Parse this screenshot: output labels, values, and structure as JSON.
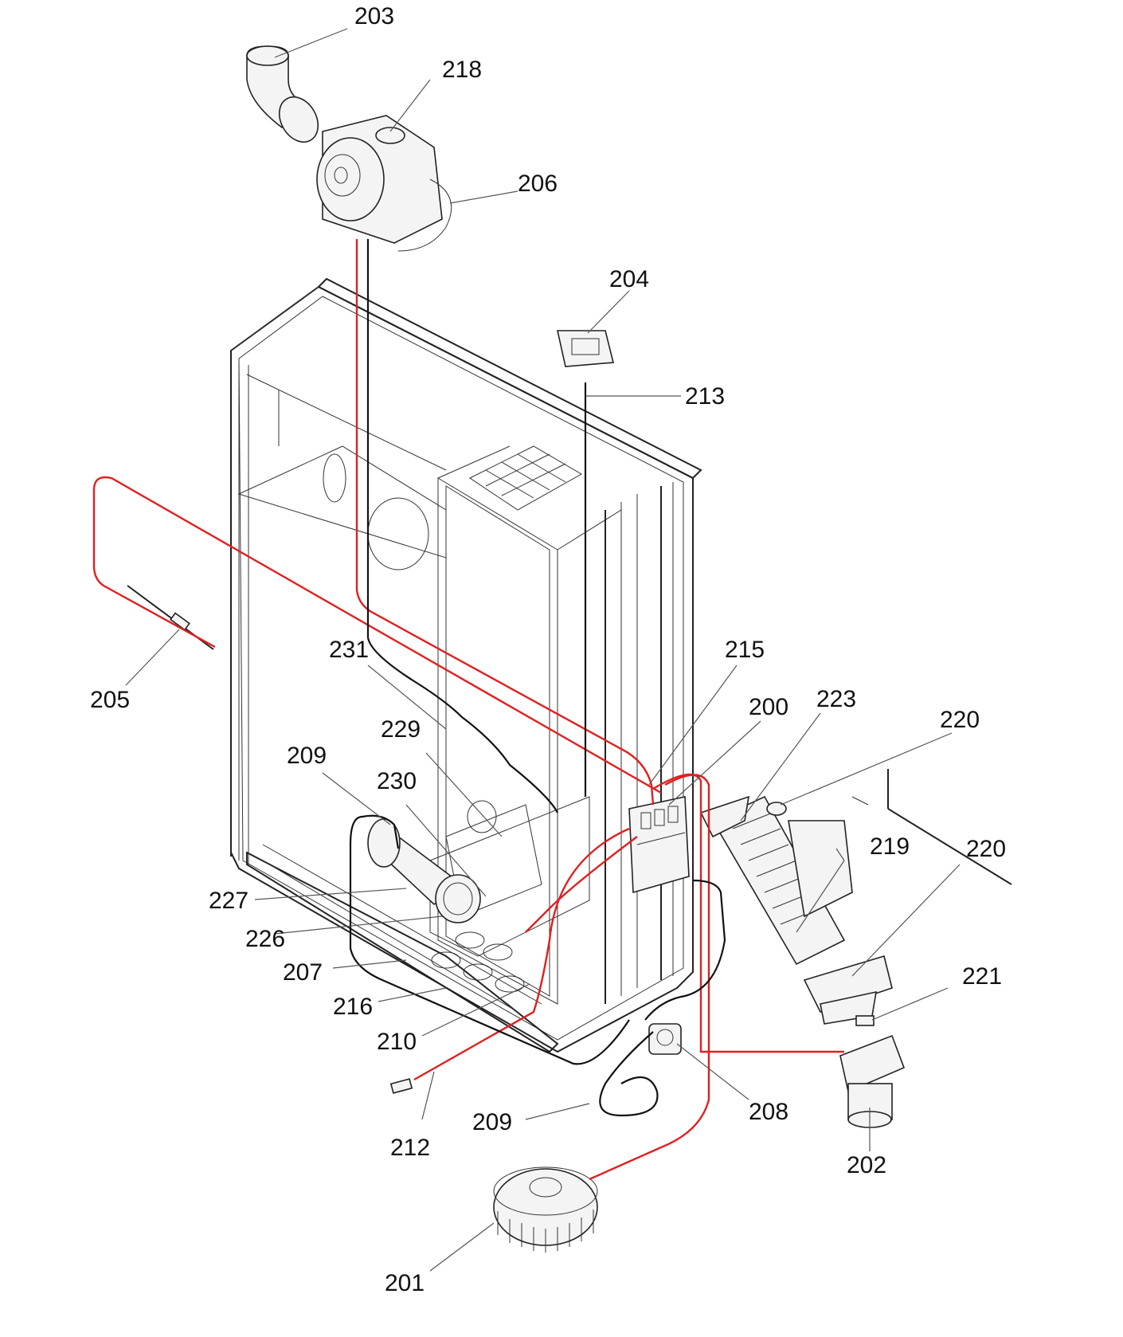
{
  "diagram": {
    "part_labels": {
      "p203": "203",
      "p218": "218",
      "p206": "206",
      "p204": "204",
      "p213": "213",
      "p205": "205",
      "p231": "231",
      "p215": "215",
      "p200": "200",
      "p223": "223",
      "p220a": "220",
      "p229": "229",
      "p209a": "209",
      "p230": "230",
      "p219": "219",
      "p220b": "220",
      "p227": "227",
      "p226": "226",
      "p221": "221",
      "p207": "207",
      "p216": "216",
      "p210": "210",
      "p208": "208",
      "p212": "212",
      "p209b": "209",
      "p202": "202",
      "p201": "201"
    },
    "colors": {
      "wire_red": "#e02020",
      "wire_black": "#111111",
      "frame": "#222222"
    }
  }
}
